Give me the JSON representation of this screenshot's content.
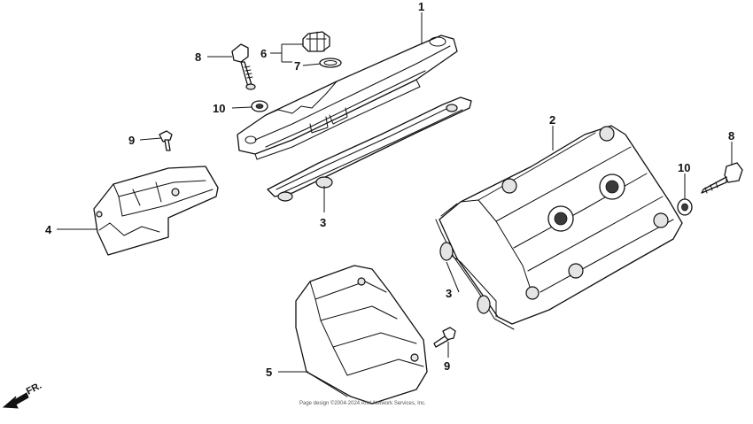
{
  "callouts": {
    "c1": "1",
    "c2": "2",
    "c3_upper": "3",
    "c3_lower": "3",
    "c4": "4",
    "c5": "5",
    "c6": "6",
    "c7": "7",
    "c8_left": "8",
    "c8_right": "8",
    "c9_left": "9",
    "c9_lower": "9",
    "c10_left": "10",
    "c10_right": "10"
  },
  "direction_label": "FR.",
  "copyright": "Page design ©2004-2024 Ariel Network Services, Inc."
}
